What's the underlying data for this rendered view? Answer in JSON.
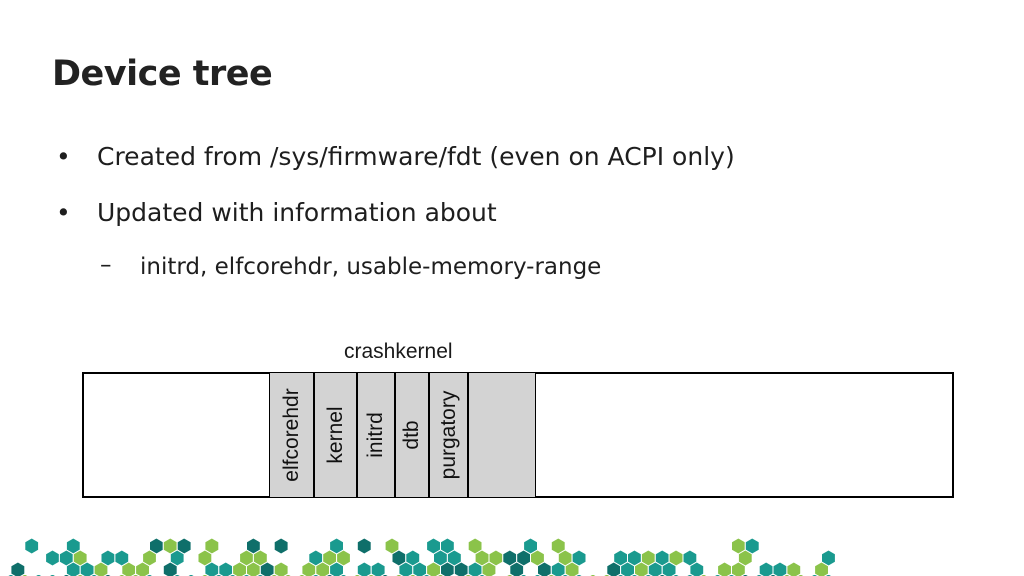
{
  "slide": {
    "title": "Device tree",
    "bullets": [
      "Created from /sys/firmware/fdt (even on ACPI only)",
      "Updated with information about"
    ],
    "sub_bullet": "initrd, elfcorehdr, usable-memory-range",
    "bullet_marker": "•",
    "sub_marker": "–"
  },
  "diagram": {
    "label": "crashkernel",
    "segments": [
      "elfcorehdr",
      "kernel",
      "initrd",
      "dtb",
      "purgatory",
      ""
    ]
  },
  "colors": {
    "segment_fill": "#d3d3d3",
    "footer_green": "#8bc34a",
    "footer_teal": "#1a9a8f",
    "footer_dark": "#0f6f6a"
  }
}
